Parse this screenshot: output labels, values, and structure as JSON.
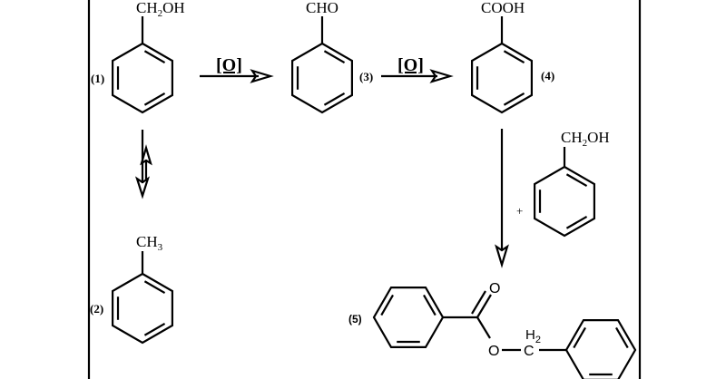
{
  "compounds": {
    "c1": {
      "label": "(1)",
      "group": "CH",
      "sub": "2",
      "group2": "OH"
    },
    "c2": {
      "label": "(2)",
      "group": "CH",
      "sub": "3",
      "group2": ""
    },
    "c3": {
      "label": "(3)",
      "group": "CHO"
    },
    "c4": {
      "label": "(4)",
      "group": "COOH"
    },
    "reagent": {
      "group": "CH",
      "sub": "2",
      "group2": "OH"
    },
    "c5": {
      "label": "(5)",
      "o_carbonyl": "O",
      "o_ester": "O",
      "c": "C",
      "h": "H",
      "h_sub": "2"
    }
  },
  "arrows": {
    "oxidation1": "[O]",
    "oxidation2": "[O]"
  },
  "plus": "+"
}
